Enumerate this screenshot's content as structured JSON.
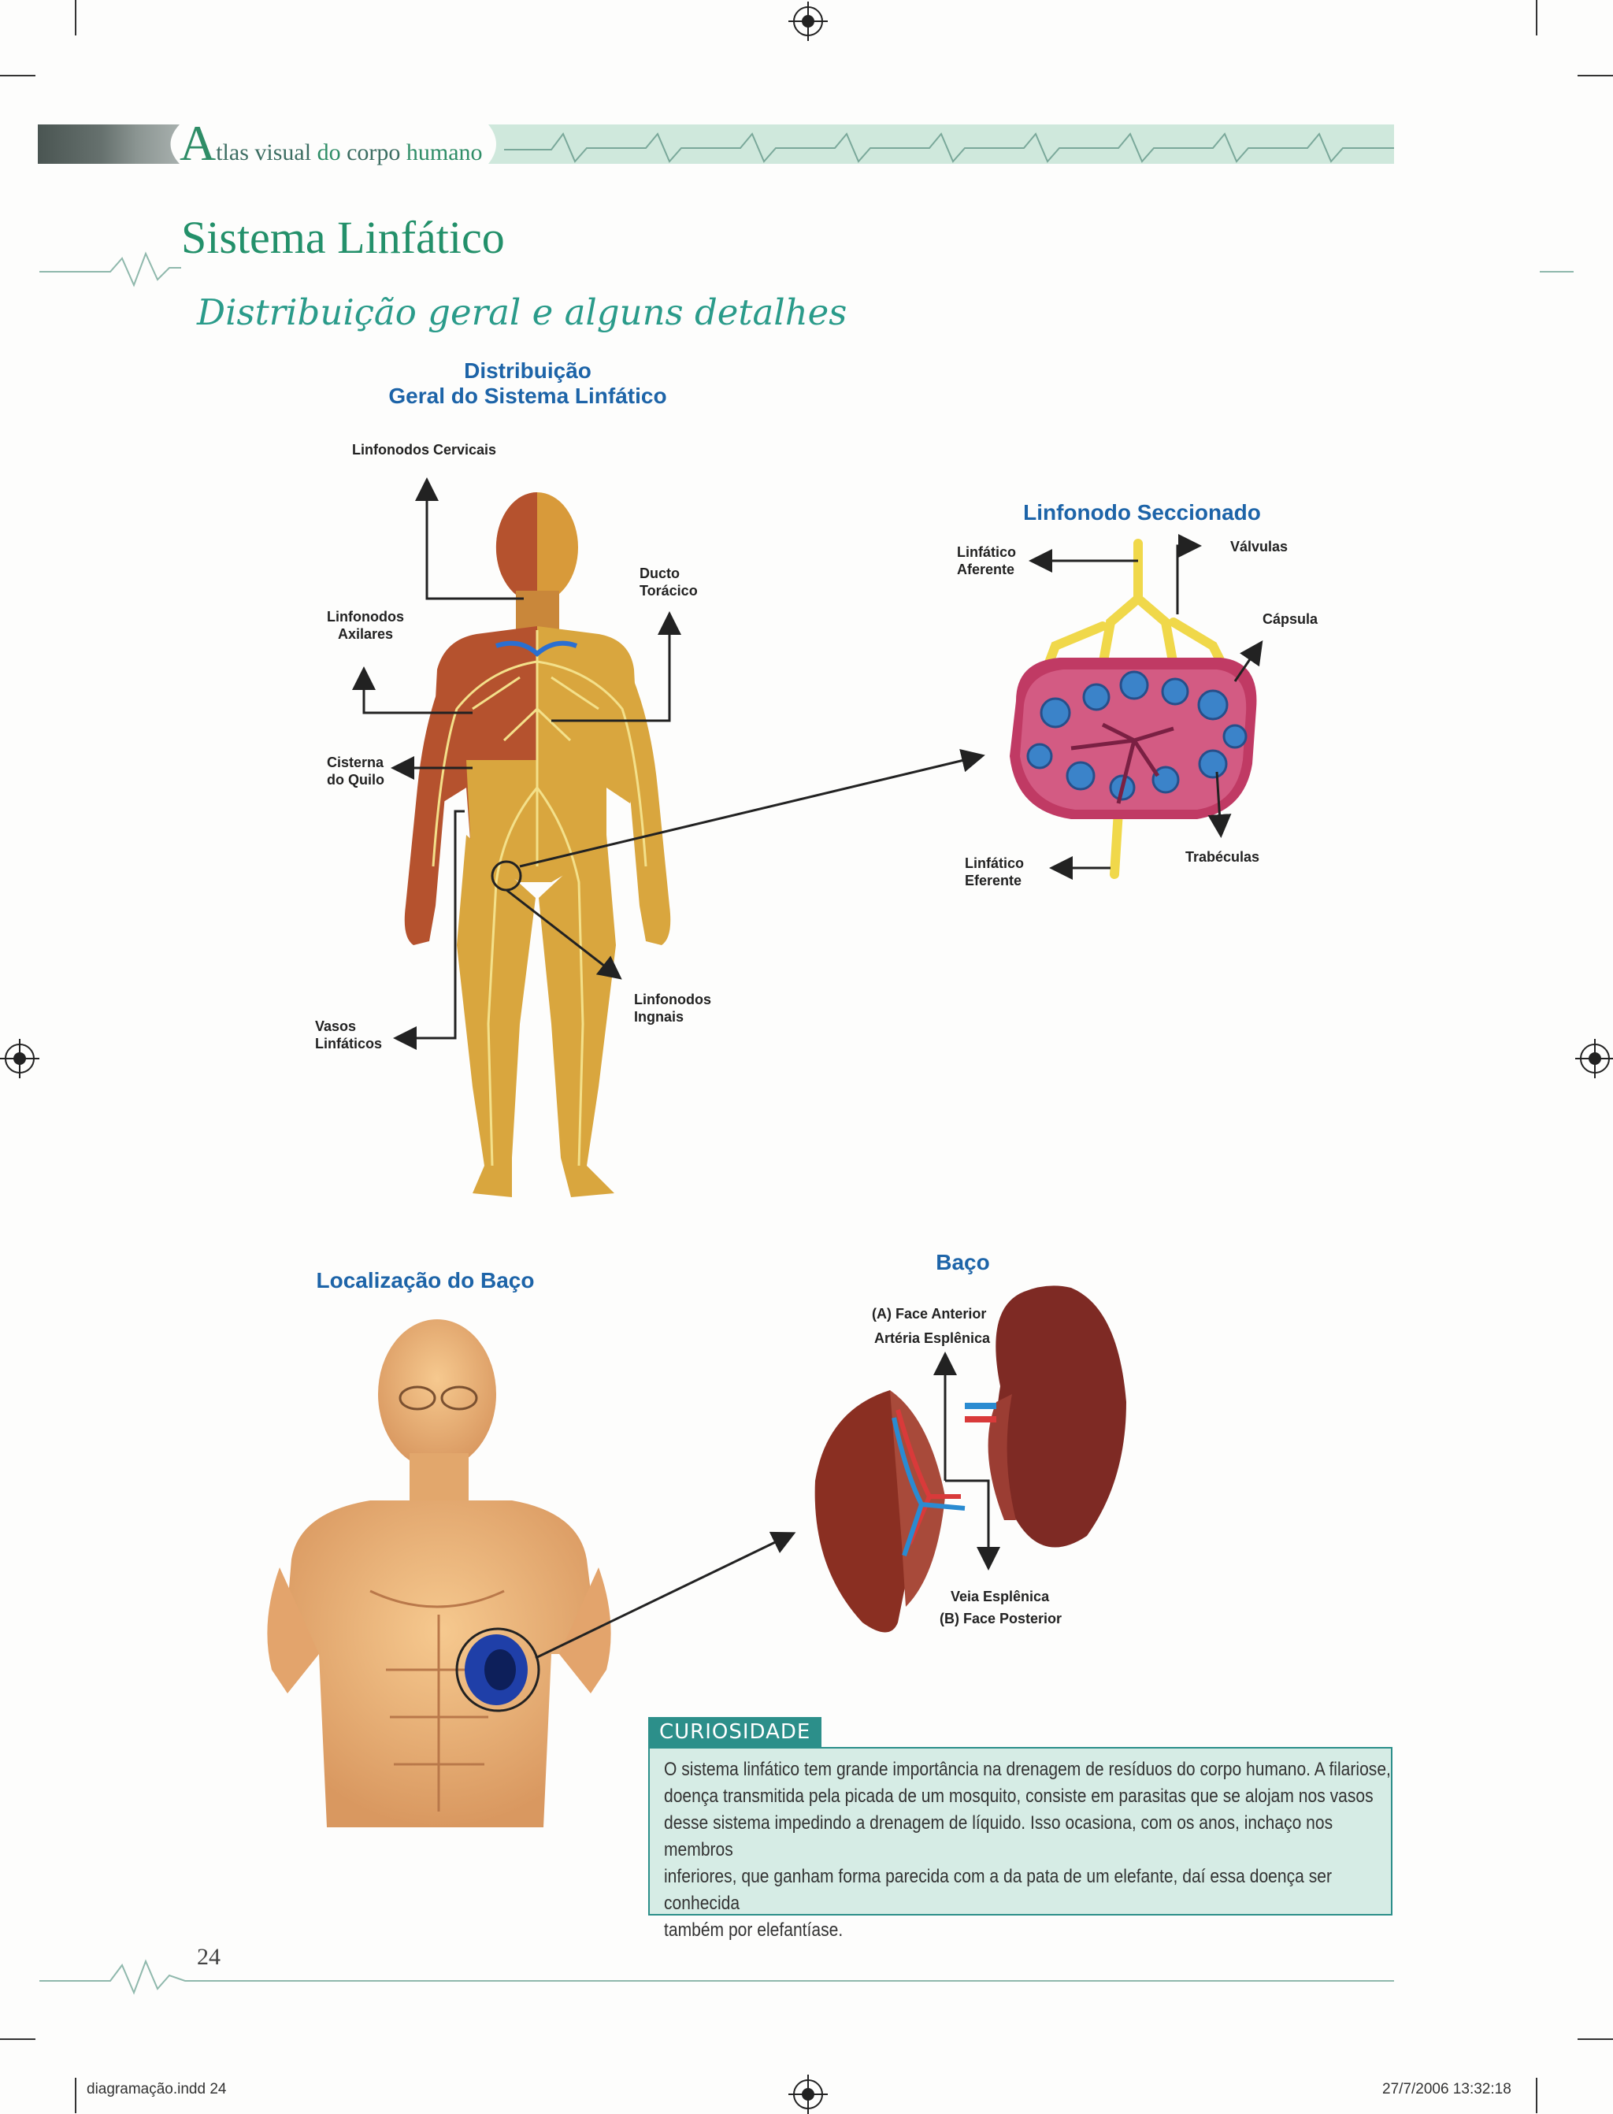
{
  "header": {
    "initial": "A",
    "title_a": "tlas",
    "title_b": " visual ",
    "title_c": "do",
    "title_d": " corpo ",
    "title_e": "humano"
  },
  "page": {
    "title": "Sistema Linfático",
    "subtitle": "Distribuição geral e alguns detalhes",
    "number": "24"
  },
  "figure_lymph": {
    "title_line1": "Distribuição",
    "title_line2": "Geral do Sistema Linfático",
    "labels": {
      "cervicais": "Linfonodos Cervicais",
      "axilares_1": "Linfonodos",
      "axilares_2": "Axilares",
      "ducto_1": "Ducto",
      "ducto_2": "Torácico",
      "cisterna_1": "Cisterna",
      "cisterna_2": "do Quilo",
      "ingnais_1": "Linfonodos",
      "ingnais_2": "Ingnais",
      "vasos_1": "Vasos",
      "vasos_2": "Linfáticos"
    }
  },
  "figure_node": {
    "title": "Linfonodo Seccionado",
    "labels": {
      "aferente_1": "Linfático",
      "aferente_2": "Aferente",
      "valvulas": "Válvulas",
      "capsula": "Cápsula",
      "eferente_1": "Linfático",
      "eferente_2": "Eferente",
      "trabeculas": "Trabéculas"
    }
  },
  "figure_torso": {
    "title": "Localização do Baço"
  },
  "figure_spleen": {
    "title": "Baço",
    "labels": {
      "face_anterior": "(A) Face Anterior",
      "arteria": "Artéria Esplênica",
      "veia": "Veia Esplênica",
      "face_posterior": "(B) Face Posterior"
    }
  },
  "curiosidade": {
    "tag": "CURIOSIDADE",
    "lines": [
      "O sistema linfático tem grande importância na drenagem de resíduos do corpo humano. A filariose,",
      "doença transmitida pela picada de um mosquito, consiste em parasitas que se alojam nos vasos",
      "desse sistema impedindo a drenagem de líquido. Isso ocasiona, com os anos, inchaço nos membros",
      "inferiores, que ganham forma parecida com a da pata de um elefante, daí essa doença ser conhecida",
      "também por elefantíase."
    ]
  },
  "footer": {
    "file": "diagramação.indd   24",
    "timestamp": "27/7/2006   13:32:18"
  },
  "colors": {
    "brand_green": "#23906a",
    "figure_blue": "#1d64a8",
    "box_fill": "#d6ece5",
    "box_border": "#2c8f8a"
  }
}
